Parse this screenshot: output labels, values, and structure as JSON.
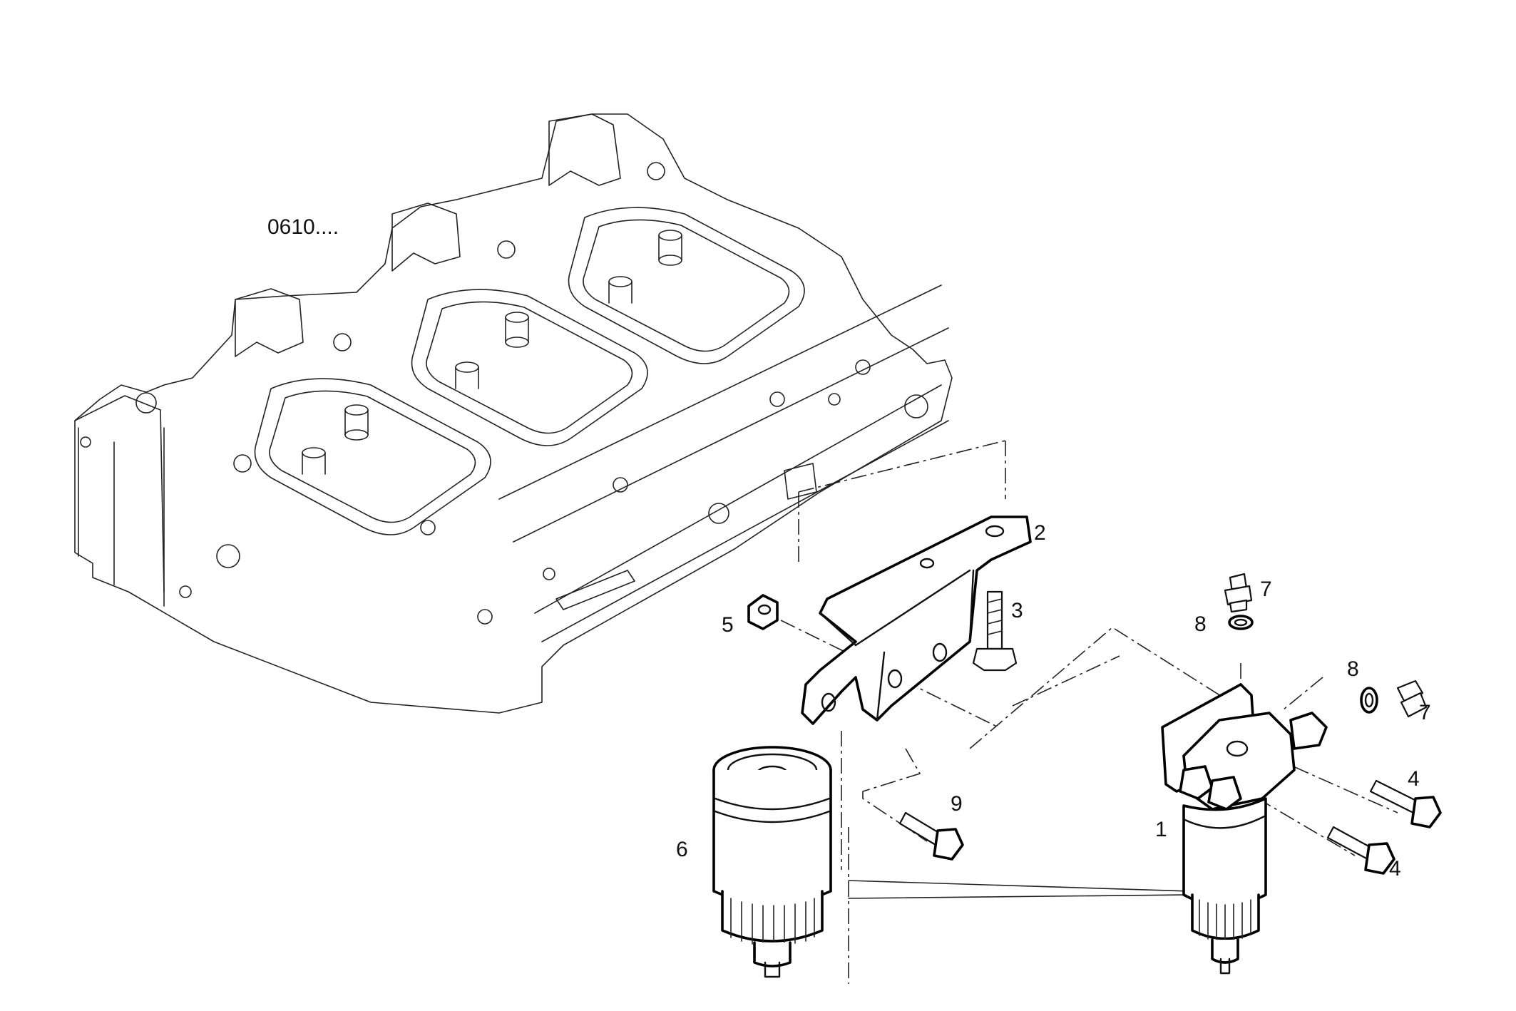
{
  "diagram": {
    "reference_label": "0610....",
    "callouts": [
      {
        "id": "callout-1",
        "text": "1"
      },
      {
        "id": "callout-2",
        "text": "2"
      },
      {
        "id": "callout-3",
        "text": "3"
      },
      {
        "id": "callout-4a",
        "text": "4"
      },
      {
        "id": "callout-4b",
        "text": "4"
      },
      {
        "id": "callout-5",
        "text": "5"
      },
      {
        "id": "callout-6",
        "text": "6"
      },
      {
        "id": "callout-7a",
        "text": "7"
      },
      {
        "id": "callout-7b",
        "text": "7"
      },
      {
        "id": "callout-8a",
        "text": "8"
      },
      {
        "id": "callout-8b",
        "text": "8"
      },
      {
        "id": "callout-9",
        "text": "9"
      }
    ]
  }
}
